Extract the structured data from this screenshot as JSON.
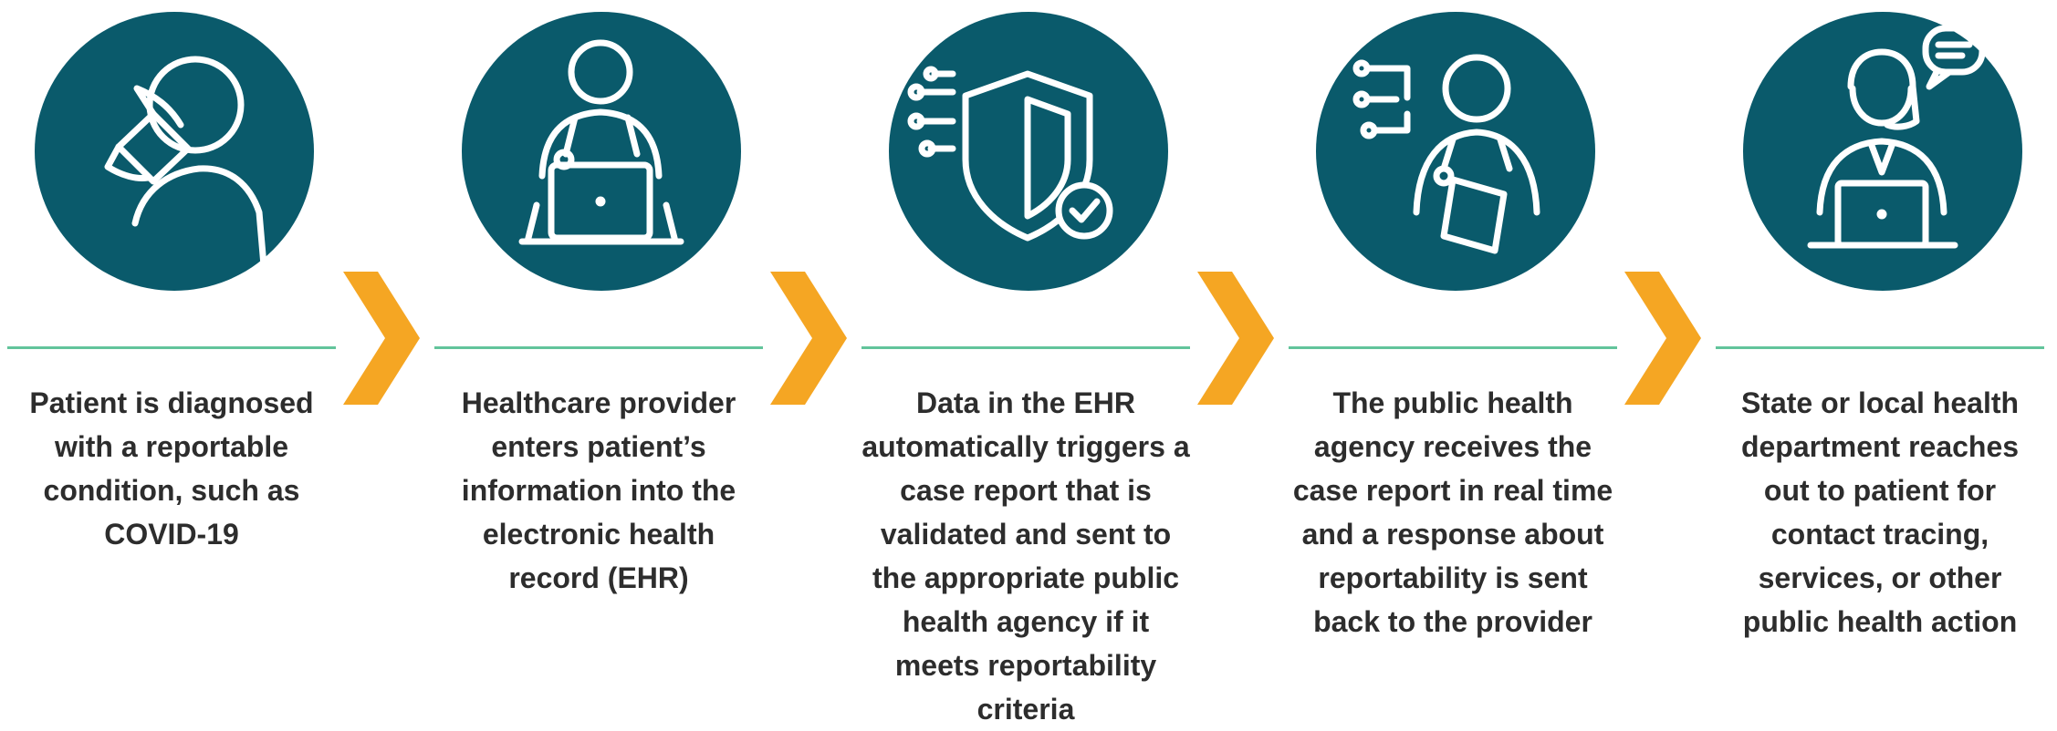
{
  "steps": [
    {
      "icon": "patient-coughing-icon",
      "caption": "Patient is diagnosed with a reportable condition, such as COVID-19"
    },
    {
      "icon": "provider-at-laptop-icon",
      "caption": "Healthcare provider enters patient’s information into the electronic health record (EHR)"
    },
    {
      "icon": "shield-check-circuit-icon",
      "caption": "Data in the EHR automatically triggers a case report that is validated and sent to the appropriate public health agency if it meets reportability criteria"
    },
    {
      "icon": "doctor-with-tablet-icon",
      "caption": "The public health agency receives the case report in real time and a response about reportability is sent back to the provider"
    },
    {
      "icon": "health-worker-chat-icon",
      "caption": "State or local health department reaches out to patient for contact tracing, services, or other public health action"
    }
  ],
  "colors": {
    "circle": "#0a5a6b",
    "rule": "#62c49b",
    "arrow": "#f5a623",
    "text": "#2d2d2d"
  }
}
